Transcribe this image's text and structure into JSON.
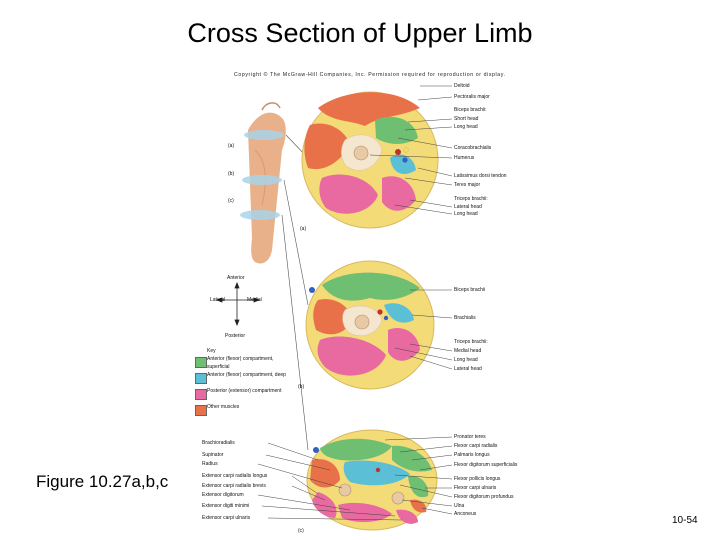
{
  "title": "Cross Section of Upper Limb",
  "copyright": "Copyright © The McGraw-Hill Companies, Inc. Permission required for reproduction or display.",
  "figure_caption": "Figure 10.27a,b,c",
  "page_number": "10-54",
  "colors": {
    "flexor_superficial": "#6fbf73",
    "flexor_deep": "#5bbfd6",
    "extensor": "#e86aa0",
    "other": "#e8714a",
    "fat": "#f3dc78"
  },
  "arm_figure": {
    "tags": [
      "(a)",
      "(b)",
      "(c)"
    ]
  },
  "orientation": {
    "anterior": "Anterior",
    "lateral": "Lateral",
    "medial": "Medial",
    "posterior": "Posterior"
  },
  "key": {
    "title": "Key",
    "items": [
      {
        "label": "Anterior (flexor) compartment, superficial",
        "color": "#6fbf73"
      },
      {
        "label": "Anterior (flexor) compartment, deep",
        "color": "#5bbfd6"
      },
      {
        "label": "Posterior (extensor) compartment",
        "color": "#e86aa0"
      },
      {
        "label": "Other muscles",
        "color": "#e8714a"
      }
    ]
  },
  "section_a": {
    "tag": "(a)",
    "labels": [
      "Deltoid",
      "Pectoralis major",
      "Biceps brachii:",
      "Short head",
      "Long head",
      "Coracobrachialis",
      "Humerus",
      "Latissimus dorsi tendon",
      "Teres major",
      "Triceps brachii:",
      "Lateral head",
      "Long head"
    ]
  },
  "section_b": {
    "tag": "(b)",
    "labels": [
      "Biceps brachii",
      "Brachialis",
      "Triceps brachii:",
      "Medial head",
      "Long head",
      "Lateral head"
    ]
  },
  "section_c": {
    "tag": "(c)",
    "left_labels": [
      "Brachioradialis",
      "Supinator",
      "Radius",
      "Extensor carpi radialis longus",
      "Extensor carpi radialis brevis",
      "Extensor digitorum",
      "Extensor digiti minimi",
      "Extensor carpi ulnaris"
    ],
    "right_labels": [
      "Pronator teres",
      "Flexor carpi radialis",
      "Palmaris longus",
      "Flexor digitorum superficialis",
      "Flexor pollicis longus",
      "Flexor carpi ulnaris",
      "Flexor digitorum profundus",
      "Ulna",
      "Anconeus"
    ]
  }
}
